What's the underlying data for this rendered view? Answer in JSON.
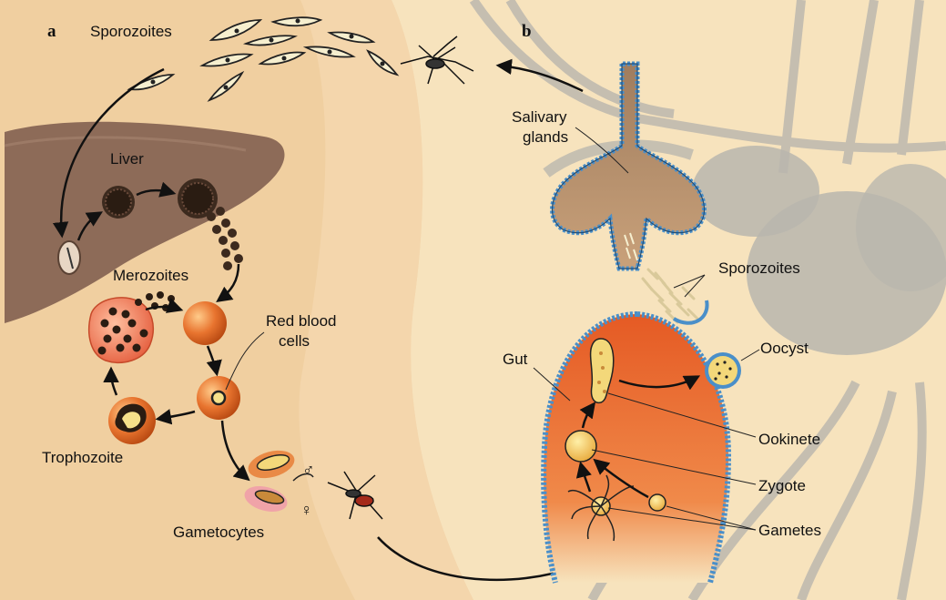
{
  "panels": {
    "a": "a",
    "b": "b"
  },
  "labels": {
    "sporozoites_a": "Sporozoites",
    "liver": "Liver",
    "merozoites": "Merozoites",
    "red_blood_cells_line1": "Red blood",
    "red_blood_cells_line2": "cells",
    "trophozoite": "Trophozoite",
    "gametocytes": "Gametocytes",
    "salivary_glands_line1": "Salivary",
    "salivary_glands_line2": "glands",
    "sporozoites_b": "Sporozoites",
    "oocyst": "Oocyst",
    "gut": "Gut",
    "ookinete": "Ookinete",
    "zygote": "Zygote",
    "gametes": "Gametes",
    "male_symbol": "♂",
    "female_symbol": "♀"
  },
  "colors": {
    "background": "#f7e3bd",
    "human_skin": "#f0cfa0",
    "liver": "#8d6b58",
    "rbc": "#e8742f",
    "gut": "#ec6a2e",
    "membrane_blue": "#4a8fc9",
    "gland": "#b08a68",
    "mosquito_ghost": "#b9b6ae",
    "arrow": "#111111"
  }
}
